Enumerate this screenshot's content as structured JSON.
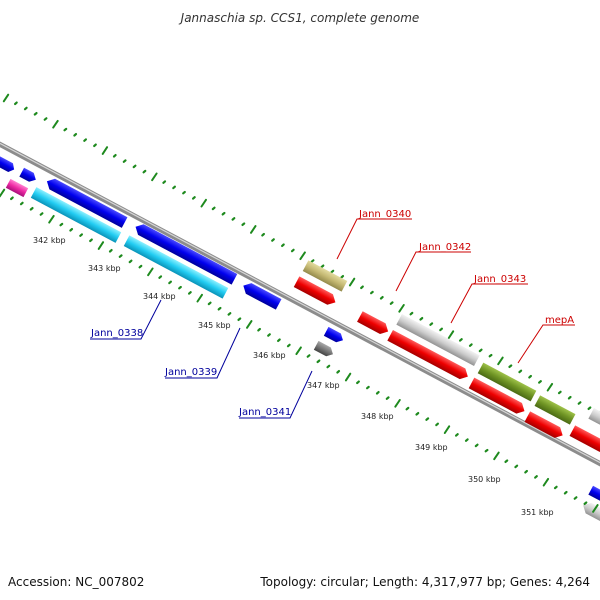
{
  "title": "Jannaschia sp. CCS1, complete genome",
  "footer": {
    "accession": "Accession: NC_007802",
    "summary": "Topology: circular; Length: 4,317,977 bp; Genes: 4,264"
  },
  "colors": {
    "backbone": "#8c8c8c",
    "dots": "#1e8a1e",
    "label_forward": "#cc0000",
    "label_reverse": "#00009c"
  },
  "scale_labels": [
    "342 kbp",
    "343 kbp",
    "344 kbp",
    "345 kbp",
    "346 kbp",
    "347 kbp",
    "348 kbp",
    "349 kbp",
    "350 kbp",
    "351 kbp"
  ],
  "gene_labels": {
    "jann_0338": "Jann_0338",
    "jann_0339": "Jann_0339",
    "jann_0340": "Jann_0340",
    "jann_0341": "Jann_0341",
    "jann_0342": "Jann_0342",
    "jann_0343": "Jann_0343",
    "mepA": "mepA"
  }
}
